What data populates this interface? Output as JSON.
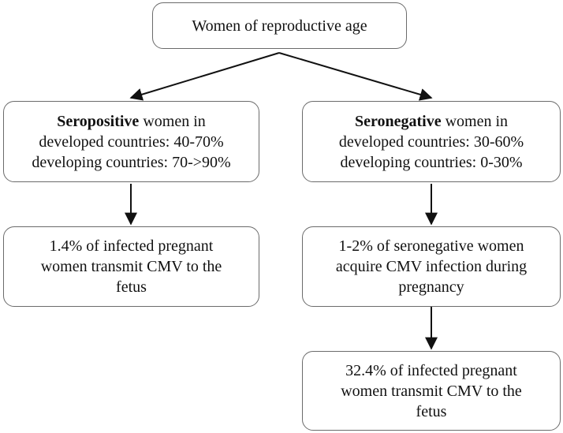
{
  "diagram": {
    "root": {
      "text": "Women of reproductive age"
    },
    "left": {
      "status": {
        "bold": "Seropositive",
        "rest": " women in",
        "line2": "developed countries: 40-70%",
        "line3": "developing countries: 70->90%"
      },
      "outcome": {
        "line1": "1.4% of infected pregnant",
        "line2": "women transmit CMV to the",
        "line3": "fetus"
      }
    },
    "right": {
      "status": {
        "bold": "Seronegative",
        "rest": " women in",
        "line2": "developed countries: 30-60%",
        "line3": "developing countries: 0-30%"
      },
      "acquisition": {
        "line1": "1-2% of seronegative women",
        "line2": "acquire CMV infection during",
        "line3": "pregnancy"
      },
      "outcome": {
        "line1": "32.4% of infected pregnant",
        "line2": "women transmit CMV to the",
        "line3": "fetus"
      }
    }
  }
}
